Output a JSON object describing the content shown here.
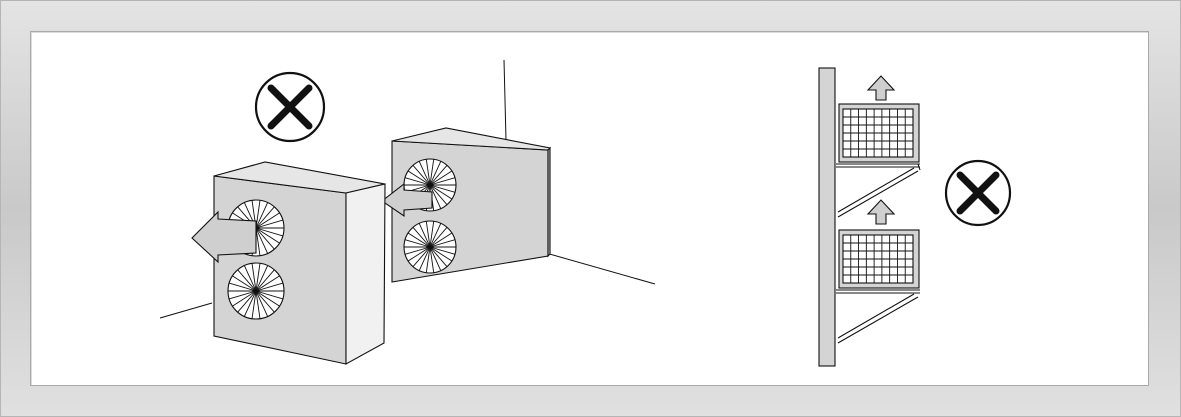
{
  "colors": {
    "frame": "#cfcfcf",
    "unit_fill": "#d4d4d4",
    "line": "#111111",
    "background": "#ffffff"
  },
  "left_panel": {
    "prohibition_icon": "x-in-circle-icon",
    "units": [
      {
        "role": "front-unit",
        "fans": 2,
        "airflow": "blowing-left"
      },
      {
        "role": "rear-unit",
        "fans": 2,
        "airflow": "blowing-left-into-front-unit"
      }
    ]
  },
  "right_panel": {
    "prohibition_icon": "x-in-circle-icon",
    "units": [
      {
        "role": "upper-bracket-unit",
        "grille": "mesh",
        "airflow": "up"
      },
      {
        "role": "lower-bracket-unit",
        "grille": "mesh",
        "airflow": "up-into-upper-unit"
      }
    ]
  }
}
